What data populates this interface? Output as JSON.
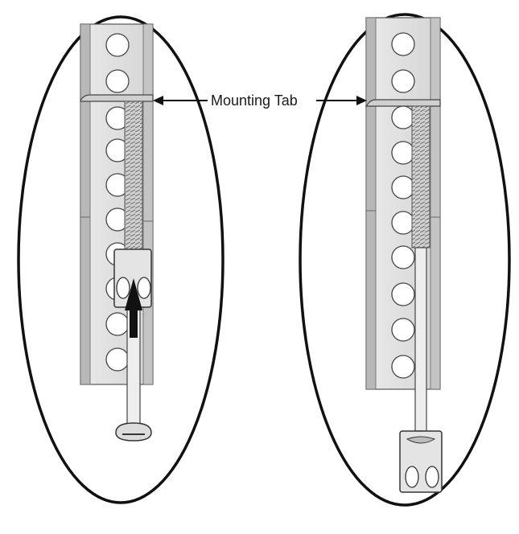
{
  "callout": {
    "label": "Mounting Tab"
  },
  "colors": {
    "outline": "#111111",
    "rail_face": "#dcdcdc",
    "rail_shade": "#9a9a9a",
    "hole_fill": "#ffffff",
    "background": "#ffffff"
  },
  "figures": [
    {
      "name": "left-detail",
      "state": "bolt inserted upward into rail",
      "arrow": "up-arrow"
    },
    {
      "name": "right-detail",
      "state": "bolt threaded through rail, nut at bottom"
    }
  ]
}
